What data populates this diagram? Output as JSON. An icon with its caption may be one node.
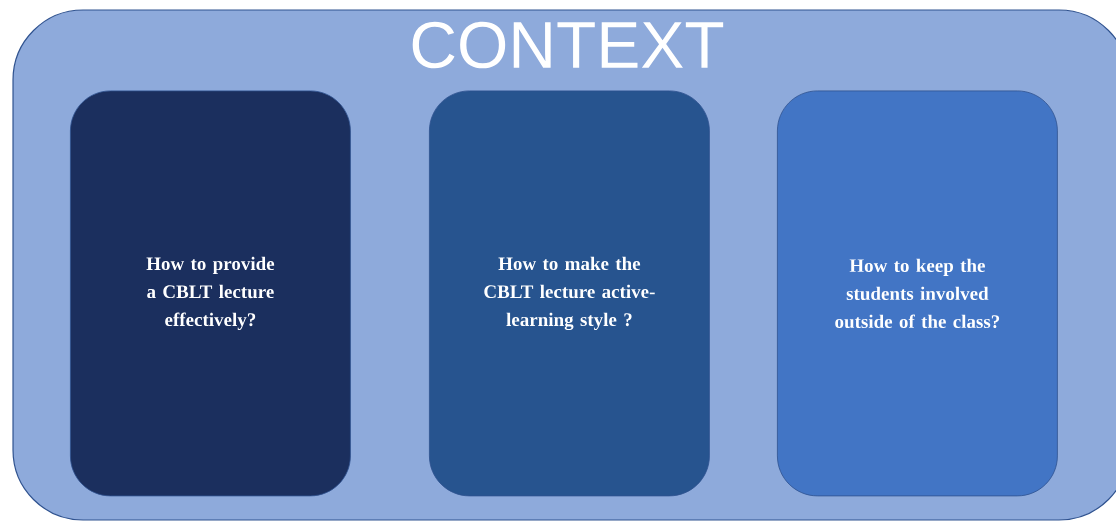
{
  "diagram": {
    "nodes": [
      {
        "text": [
          "CONTEXT"
        ]
      },
      {
        "text": [
          "How to provide a CBLT lecture effectively?"
        ],
        "in": 0
      },
      {
        "text": [
          "How to make the CBLT lecture active-learning style ?"
        ],
        "in": 0
      },
      {
        "text": [
          "How to keep the students involved outside of the class?"
        ],
        "in": 0
      }
    ]
  }
}
